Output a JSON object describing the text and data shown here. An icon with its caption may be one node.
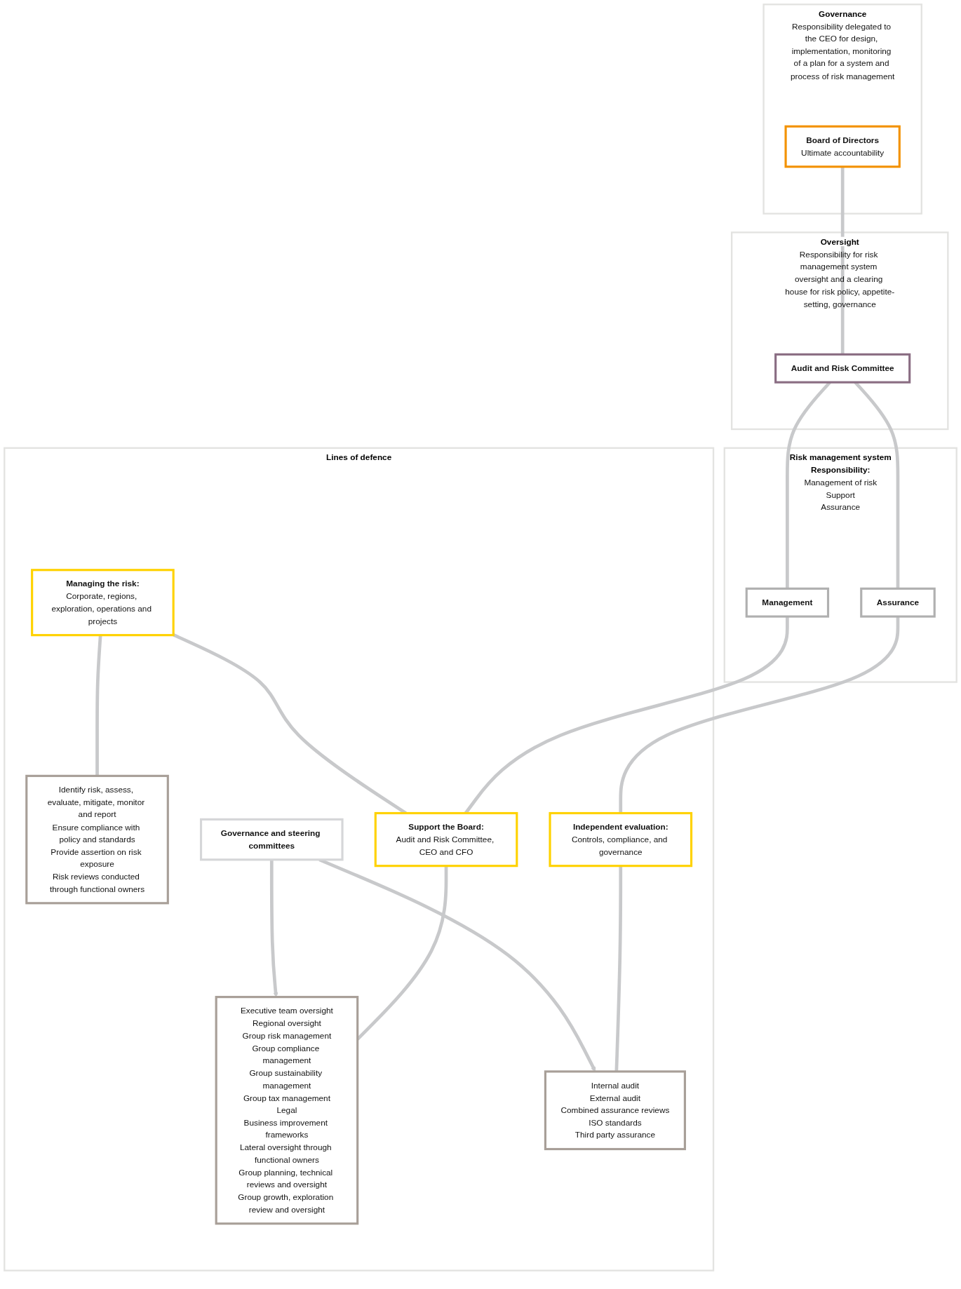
{
  "diagram": {
    "nodes": [
      {
        "text": [
          "Governance",
          "Responsibility delegated to the CEO for design, implementation, monitoring of a plan for a system and process of risk management"
        ]
      },
      {
        "text": [
          "Board of Directors",
          "Ultimate accountability"
        ],
        "in": 0
      },
      {
        "text": [
          "Oversight",
          "Responsibility for risk management system oversight and a clearing house for risk policy, appetite-setting, governance"
        ]
      },
      {
        "text": [
          "Audit and Risk Committee"
        ],
        "in": 2
      },
      {
        "text": [
          "Risk management system",
          "Responsibility:",
          "Management of risk",
          "Support",
          "Assurance"
        ]
      },
      {
        "text": [
          "Management"
        ],
        "in": 4
      },
      {
        "text": [
          "Assurance"
        ],
        "in": 4
      },
      {
        "text": [
          "Lines of defence"
        ]
      },
      {
        "text": [
          "Managing the risk:",
          "Corporate, regions, exploration, operations and projects"
        ],
        "in": 7
      },
      {
        "text": [
          "Support the Board:",
          "Audit and Risk Committee, CEO and CFO"
        ],
        "in": 7
      },
      {
        "text": [
          "Independent evaluation:",
          "Controls, compliance, and governance"
        ],
        "in": 7
      },
      {
        "text": [
          "Identify risk, assess, evaluate, mitigate, monitor and report",
          "Ensure compliance with policy and standards",
          "Provide assertion on risk exposure",
          "Risk reviews conducted through functional owners"
        ],
        "in": 7
      },
      {
        "text": [
          "Executive team oversight",
          "Regional oversight",
          "Group risk management",
          "Group compliance management",
          "Group sustainability management",
          "Group tax management",
          "Legal",
          "Business improvement frameworks",
          "Lateral oversight through functional owners",
          "Group planning, technical reviews and oversight",
          "Group growth, exploration review and oversight"
        ],
        "in": 7
      },
      {
        "text": [
          "Internal audit",
          "External audit",
          "Combined assurance reviews",
          "ISO standards",
          "Third party assurance"
        ],
        "in": 7
      },
      {
        "text": [
          "Governance and steering committees"
        ],
        "in": 7
      }
    ],
    "edges": [
      {
        "from": 1,
        "to": 3,
        "arrow": "none"
      },
      {
        "from": 3,
        "to": 5,
        "arrow": "none"
      },
      {
        "from": 3,
        "to": 6,
        "arrow": "none"
      },
      {
        "from": 5,
        "to": 9,
        "arrow": "none"
      },
      {
        "from": 6,
        "to": 10,
        "arrow": "none"
      },
      {
        "from": 8,
        "to": 9,
        "arrow": "none"
      },
      {
        "from": 8,
        "to": 11,
        "arrow": "none"
      },
      {
        "from": 9,
        "to": 12,
        "arrow": "none"
      },
      {
        "from": 10,
        "to": 13,
        "arrow": "none"
      },
      {
        "from": 14,
        "to": 12,
        "arrow": "to"
      },
      {
        "from": 14,
        "to": 13,
        "arrow": "to"
      }
    ]
  }
}
